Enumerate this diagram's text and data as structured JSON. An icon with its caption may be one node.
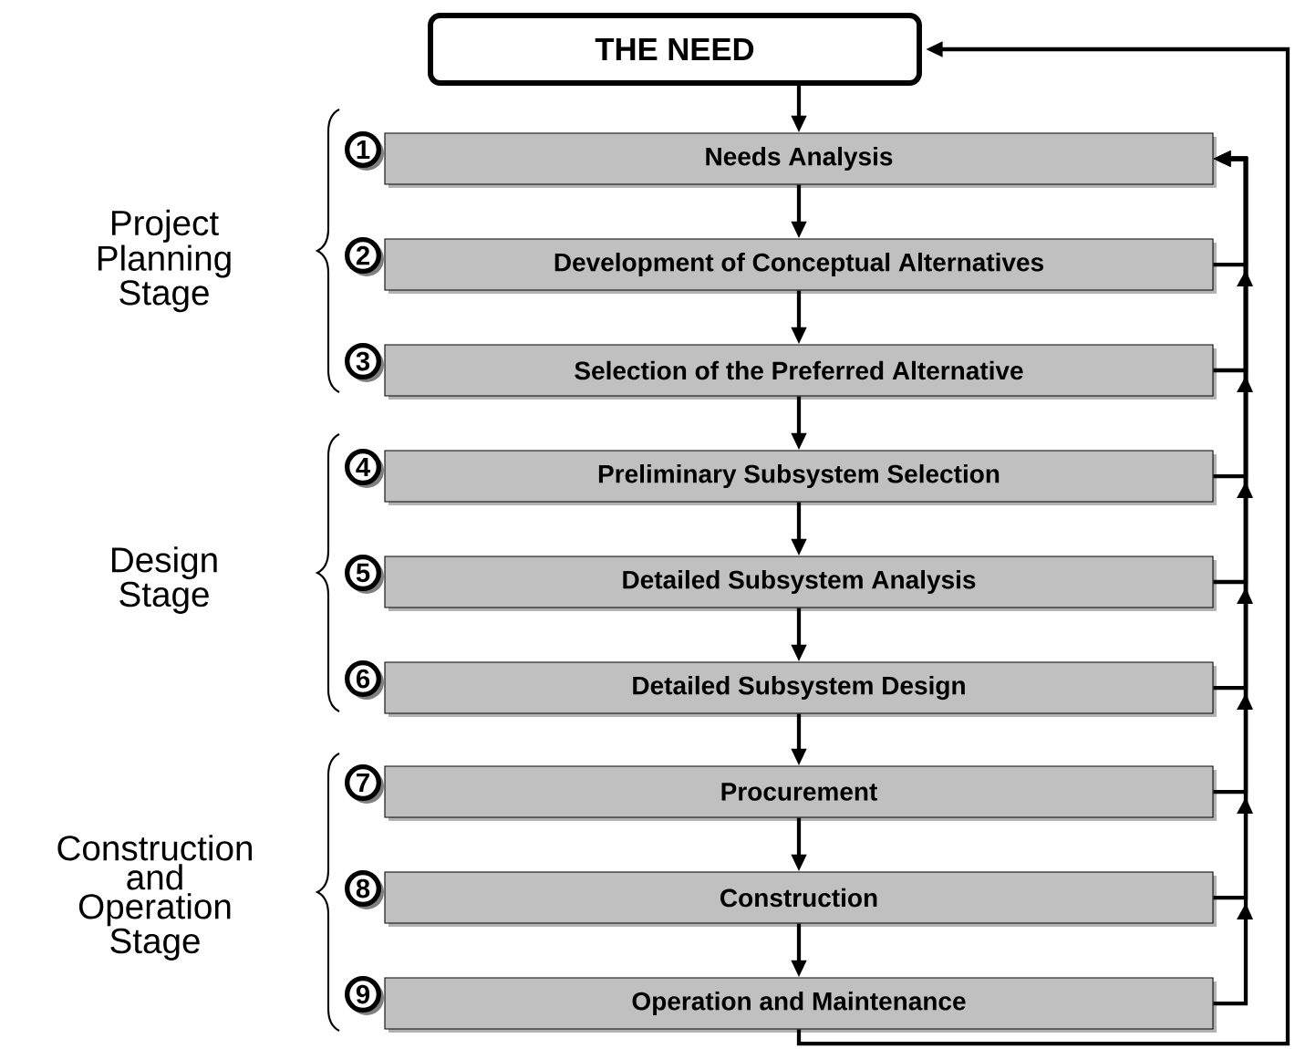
{
  "diagram": {
    "nodes": [
      {
        "text": [
          "THE NEED"
        ]
      },
      {
        "text": [
          "Needs Analysis"
        ],
        "beside": [
          "1"
        ]
      },
      {
        "text": [
          "Development of Conceptual Alternatives"
        ],
        "beside": [
          "2"
        ]
      },
      {
        "text": [
          "Selection of the Preferred Alternative"
        ],
        "beside": [
          "3"
        ]
      },
      {
        "text": [
          "Preliminary Subsystem Selection"
        ],
        "beside": [
          "4"
        ]
      },
      {
        "text": [
          "Detailed Subsystem Analysis"
        ],
        "beside": [
          "5"
        ]
      },
      {
        "text": [
          "Detailed Subsystem Design"
        ],
        "beside": [
          "6"
        ]
      },
      {
        "text": [
          "Procurement"
        ],
        "beside": [
          "7"
        ]
      },
      {
        "text": [
          "Construction"
        ],
        "beside": [
          "8"
        ]
      },
      {
        "text": [
          "Operation and Maintenance"
        ],
        "beside": [
          "9"
        ]
      }
    ],
    "edges": [
      {
        "from": 0,
        "to": 1,
        "arrow": "to"
      },
      {
        "from": 1,
        "to": 2,
        "arrow": "to"
      },
      {
        "from": 2,
        "to": 3,
        "arrow": "to"
      },
      {
        "from": 3,
        "to": 4,
        "arrow": "to"
      },
      {
        "from": 4,
        "to": 5,
        "arrow": "to"
      },
      {
        "from": 5,
        "to": 6,
        "arrow": "to"
      },
      {
        "from": 6,
        "to": 7,
        "arrow": "to"
      },
      {
        "from": 7,
        "to": 8,
        "arrow": "to"
      },
      {
        "from": 8,
        "to": 9,
        "arrow": "to"
      },
      {
        "from": 2,
        "to": 1,
        "arrow": "to"
      },
      {
        "from": 3,
        "to": 1,
        "arrow": "to"
      },
      {
        "from": 4,
        "to": 1,
        "arrow": "to"
      },
      {
        "from": 5,
        "to": 1,
        "arrow": "to"
      },
      {
        "from": 6,
        "to": 1,
        "arrow": "to"
      },
      {
        "from": 7,
        "to": 1,
        "arrow": "to"
      },
      {
        "from": 8,
        "to": 1,
        "arrow": "to"
      },
      {
        "from": 9,
        "to": 1,
        "arrow": "to"
      },
      {
        "from": 9,
        "to": 0,
        "arrow": "to"
      }
    ],
    "labels": [
      "Project Planning Stage",
      "Design Stage",
      "Construction and Operation Stage"
    ]
  }
}
